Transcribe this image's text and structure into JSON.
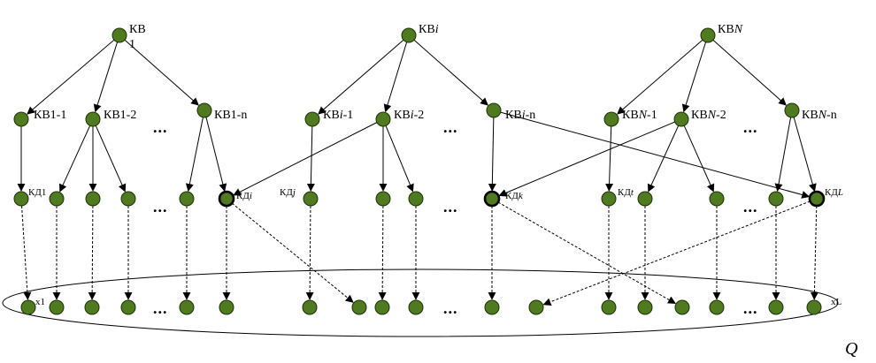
{
  "colors": {
    "node_fill": "#4f7a1f",
    "node_stroke": "#1d3008",
    "edge": "#000000"
  },
  "labels": {
    "kv1": "КВ",
    "kv1_sub": "1",
    "kvi_a": "КВ",
    "kvi_b": "i",
    "kvN_a": "КВ",
    "kvN_b": "N",
    "kv1_1": "КВ1-1",
    "kv1_2": "КВ1-2",
    "kv1_n": "КВ1-n",
    "kvi_1_a": "КВ",
    "kvi_1_b": "i",
    "kvi_1_c": "-1",
    "kvi_2_a": "КВ",
    "kvi_2_b": "i",
    "kvi_2_c": "-2",
    "kvi_n_a": "КВ",
    "kvi_n_b": "i",
    "kvi_n_c": "-n",
    "kvN_1_a": "КВ",
    "kvN_1_b": "N",
    "kvN_1_c": "-1",
    "kvN_2_a": "КВ",
    "kvN_2_b": "N",
    "kvN_2_c": "-2",
    "kvN_n_a": "КВ",
    "kvN_n_b": "N",
    "kvN_n_c": "-n",
    "kd1": "КД1",
    "kdi_a": "КД",
    "kdi_b": "i",
    "kdj_a": "КД",
    "kdj_b": "j",
    "kdk_a": "КД",
    "kdk_b": "k",
    "kdt_a": "КД",
    "kdt_b": "t",
    "kdL_a": "КД",
    "kdL_b": "L",
    "x1": "x1",
    "xL": "xL",
    "ellipsis": "...",
    "q": "Q"
  }
}
